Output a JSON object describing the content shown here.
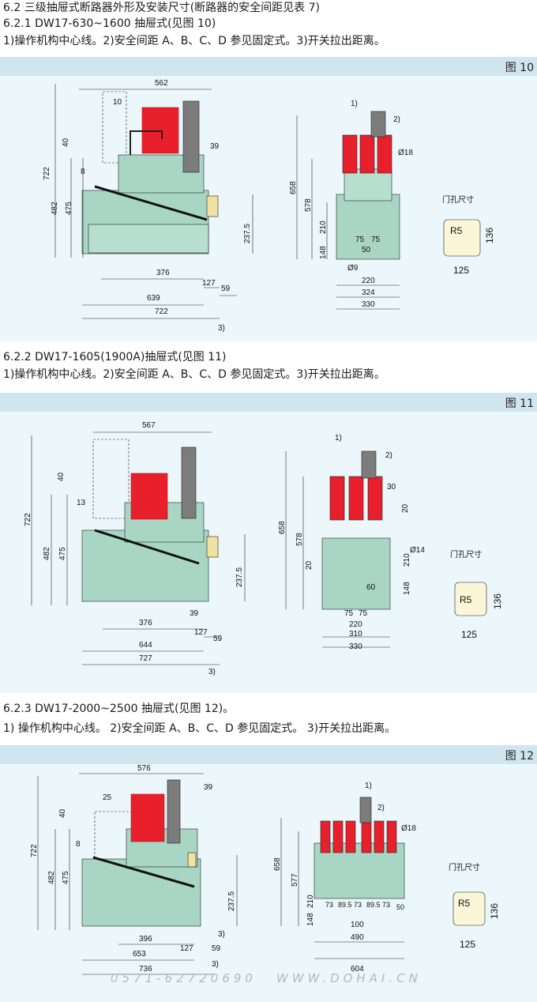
{
  "header": {
    "line1": "6.2 三级抽屉式断路器外形及安装尺寸(断路器的安全间距见表 7)",
    "line2": "6.2.1 DW17-630~1600 抽屉式(见图 10)",
    "line3": "1)操作机构中心线。2)安全间距 A、B、C、D 参见固定式。3)开关拉出距离。"
  },
  "sec2": {
    "line1": "6.2.2 DW17-1605(1900A)抽屉式(见图 11)",
    "line2": "1)操作机构中心线。2)安全间距 A、B、C、D 参见固定式。3)开关拉出距离。"
  },
  "sec3": {
    "line1": "6.2.3 DW17-2000~2500 抽屉式(见图 12)。",
    "line2": "1) 操作机构中心线。 2)安全间距 A、B、C、D 参见固定式。 3)开关拉出距离。"
  },
  "fig10": {
    "label": "图 10",
    "d562": "562",
    "d10": "10",
    "d40": "40",
    "d39": "39",
    "d8": "8",
    "d722v": "722",
    "d482": "482",
    "d475": "475",
    "d237": "237.5",
    "d376": "376",
    "d127": "127",
    "d59": "59",
    "d639": "639",
    "d722h": "722",
    "d3": "3)",
    "f1": "1)",
    "f2": "2)",
    "fphi18": "Ø18",
    "f658": "658",
    "f578": "578",
    "f210": "210",
    "f148": "148",
    "f75a": "75",
    "f75b": "75",
    "f50": "50",
    "fphi9": "Ø9",
    "f220": "220",
    "f324": "324",
    "f330": "330",
    "door_title": "门孔尺寸",
    "r5": "R5",
    "d136": "136",
    "d125": "125"
  },
  "fig11": {
    "label": "图 11",
    "d567": "567",
    "d40": "40",
    "d13": "13",
    "d722v": "722",
    "d482": "482",
    "d475": "475",
    "d237": "237.5",
    "d376": "376",
    "d39": "39",
    "d127": "127",
    "d59": "59",
    "d644": "644",
    "d727": "727",
    "d3": "3)",
    "f1": "1)",
    "f2": "2)",
    "f30": "30",
    "f20a": "20",
    "f20b": "20",
    "fphi14": "Ø14",
    "f210": "210",
    "f658": "658",
    "f578": "578",
    "f60": "60",
    "f148": "148",
    "f75a": "75",
    "f75b": "75",
    "f220": "220",
    "f310": "310",
    "f330": "330",
    "door_title": "门孔尺寸",
    "r5": "R5",
    "d136": "136",
    "d125": "125"
  },
  "fig12": {
    "label": "图 12",
    "d576": "576",
    "d39": "39",
    "d25": "25",
    "d40": "40",
    "d8": "8",
    "d722v": "722",
    "d482": "482",
    "d475": "475",
    "d237": "237.5",
    "d396": "396",
    "d127": "127",
    "d59": "59",
    "d3a": "3)",
    "d3b": "3)",
    "d653": "653",
    "d736": "736",
    "f1": "1)",
    "f2": "2)",
    "fphi18": "Ø18",
    "f658": "658",
    "f577": "577",
    "f210": "210",
    "f148": "148",
    "f73a": "73",
    "f895a": "89.5",
    "f73b": "73",
    "f895b": "89.5",
    "f73c": "73",
    "f50": "50",
    "f100": "100",
    "f490": "490",
    "f604": "604",
    "door_title": "门孔尺寸",
    "r5": "R5",
    "d136": "136",
    "d125": "125"
  },
  "watermark": {
    "phone": "0571-62720690",
    "site": "WWW.DOHAI.CN"
  },
  "colors": {
    "panel": "#ecf7fb",
    "bar": "#cfe6f0",
    "body": "#a9d6c4",
    "red": "#e8202b",
    "handle": "#7c7c7c",
    "door": "#fbf6d8"
  }
}
